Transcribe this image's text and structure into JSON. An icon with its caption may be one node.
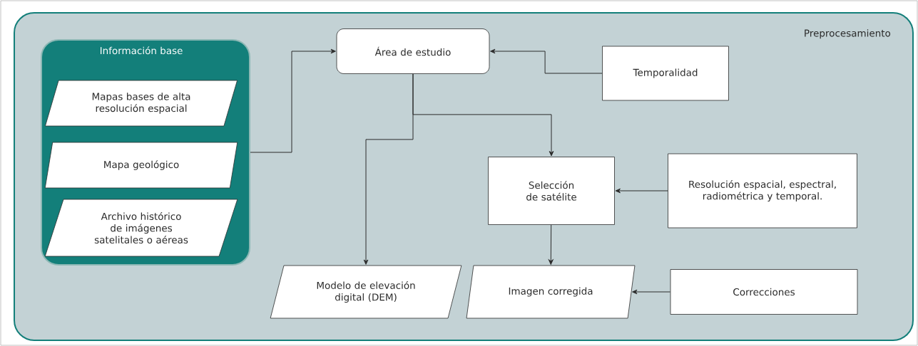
{
  "diagram": {
    "nodes": [
      {
        "text": [
          "Preprocesamiento"
        ]
      },
      {
        "text": [
          "Información base"
        ],
        "in": 0
      },
      {
        "text": [
          "Mapas bases de alta resolución espacial"
        ],
        "in": 1
      },
      {
        "text": [
          "Mapa geológico"
        ],
        "in": 1
      },
      {
        "text": [
          "Archivo histórico de imágenes satelitales o aéreas"
        ],
        "in": 1
      },
      {
        "text": [
          "Área de estudio"
        ],
        "in": 0
      },
      {
        "text": [
          "Temporalidad"
        ],
        "in": 0
      },
      {
        "text": [
          "Selección de satélite"
        ],
        "in": 0
      },
      {
        "text": [
          "Resolución espacial, espectral, radiométrica y temporal."
        ],
        "in": 0
      },
      {
        "text": [
          "Modelo de elevación digital (DEM)"
        ],
        "in": 0
      },
      {
        "text": [
          "Imagen corregida"
        ],
        "in": 0
      },
      {
        "text": [
          "Correcciones"
        ],
        "in": 0
      }
    ],
    "edges": [
      {
        "from": 1,
        "to": 5,
        "arrow": "to"
      },
      {
        "from": 6,
        "to": 5,
        "arrow": "to"
      },
      {
        "from": 5,
        "to": 7,
        "arrow": "to"
      },
      {
        "from": 5,
        "to": 9,
        "arrow": "to"
      },
      {
        "from": 8,
        "to": 7,
        "arrow": "to"
      },
      {
        "from": 7,
        "to": 10,
        "arrow": "to"
      },
      {
        "from": 11,
        "to": 10,
        "arrow": "to"
      }
    ]
  }
}
